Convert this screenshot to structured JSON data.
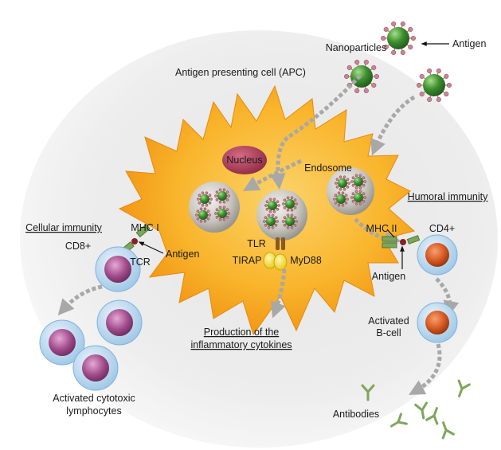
{
  "labels": {
    "nanoparticles": "Nanoparticles",
    "antigen_top": "Antigen",
    "apc": "Antigen presenting cell (APC)",
    "nucleus": "Nucleus",
    "endosome": "Endosome",
    "humoral": "Humoral immunity",
    "cellular": "Cellular immunity",
    "mhc1": "MHC I",
    "cd8": "CD8+",
    "antigen_left": "Antigen",
    "tcr": "TCR",
    "tlr": "TLR",
    "tirap": "TIRAP",
    "myd88": "MyD88",
    "mhc2": "MHC II",
    "cd4": "CD4+",
    "antigen_right": "Antigen",
    "production_line1": "Production of the",
    "production_line2": "inflammatory cytokines",
    "activated_line1": "Activated",
    "activated_line2": "B-cell",
    "cytotoxic_line1": "Activated cytotoxic",
    "cytotoxic_line2": "lymphocytes",
    "antibodies": "Antibodies"
  },
  "colors": {
    "apc_body": "#f7a21b",
    "nucleus": "#b5405a",
    "nanoparticle": "#3f8f2f",
    "spike": "#b86a7a",
    "t_cell": "#a04a8a",
    "b_cell": "#d4561e",
    "antibody": "#7ea65a",
    "arrow": "#a8a8a8"
  }
}
